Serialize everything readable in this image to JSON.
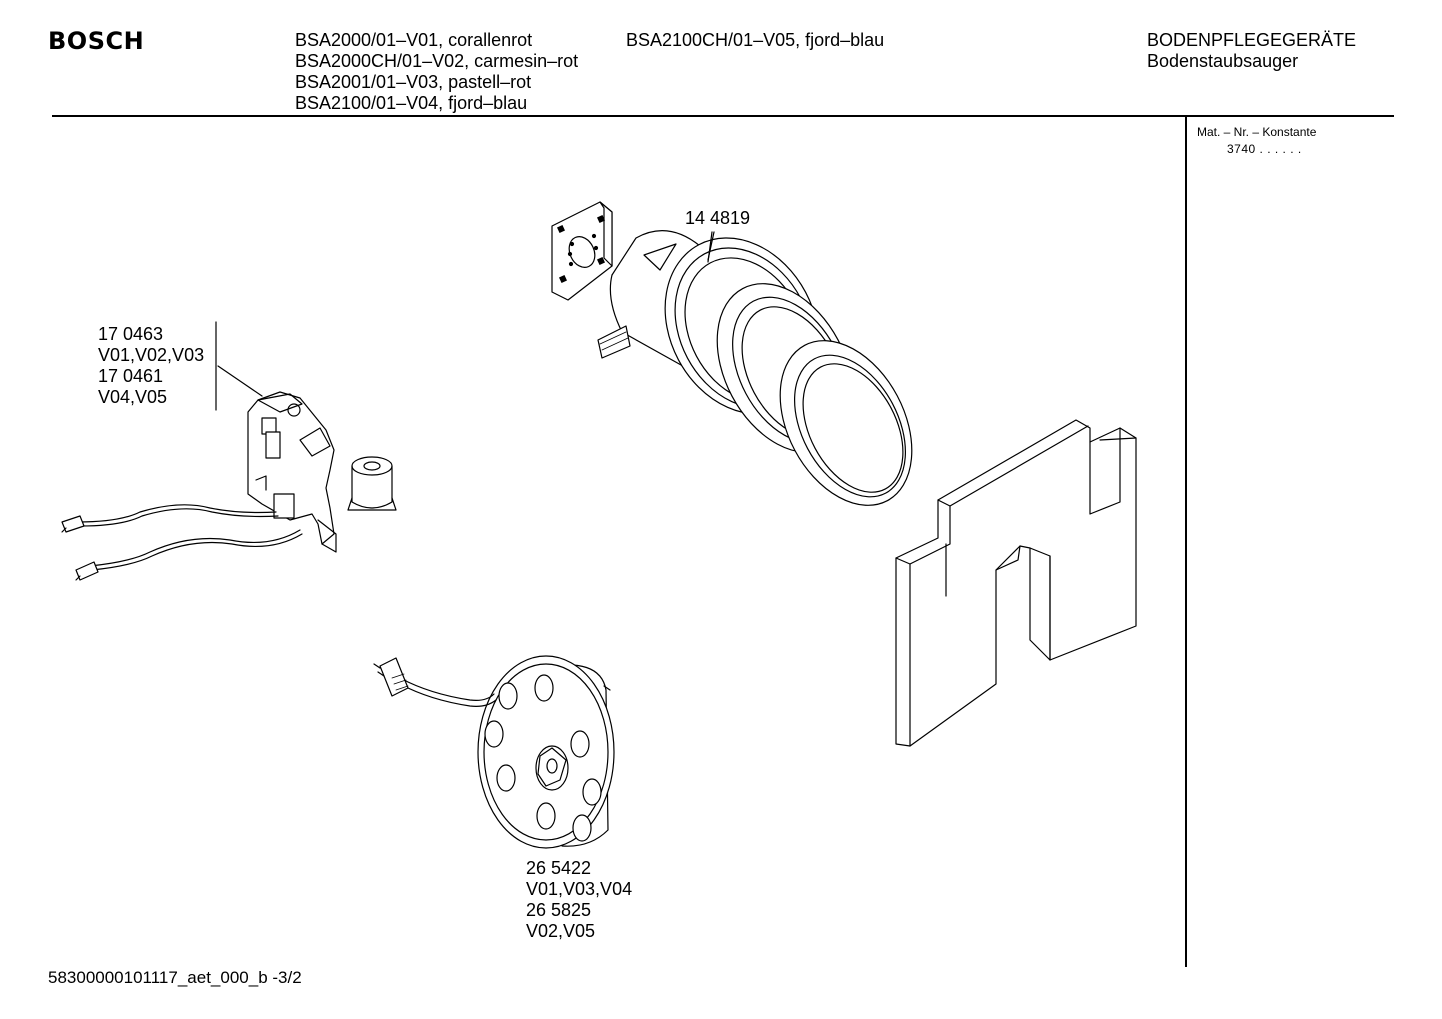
{
  "header": {
    "brand": "BOSCH",
    "models": [
      "BSA2000/01–V01, corallenrot",
      "BSA2000CH/01–V02, carmesin–rot",
      "BSA2001/01–V03, pastell–rot",
      "BSA2100/01–V04, fjord–blau"
    ],
    "model_extra": "BSA2100CH/01–V05, fjord–blau",
    "category": "BODENPFLEGEGERÄTE",
    "subcategory": "Bodenstaubsauger"
  },
  "sidebar": {
    "mat_label": "Mat. – Nr. – Konstante",
    "mat_value": "3740  .  .    .  .  .  ."
  },
  "parts": {
    "motor": {
      "number": "14 4819"
    },
    "switch": {
      "lines": [
        "17 0463",
        "V01,V02,V03",
        "17 0461",
        "V04,V05"
      ]
    },
    "cord_reel": {
      "lines": [
        "26 5422",
        "V01,V03,V04",
        "26 5825",
        "V02,V05"
      ]
    }
  },
  "footer": {
    "doc_id": "58300000101117_aet_000_b  -3/2"
  }
}
